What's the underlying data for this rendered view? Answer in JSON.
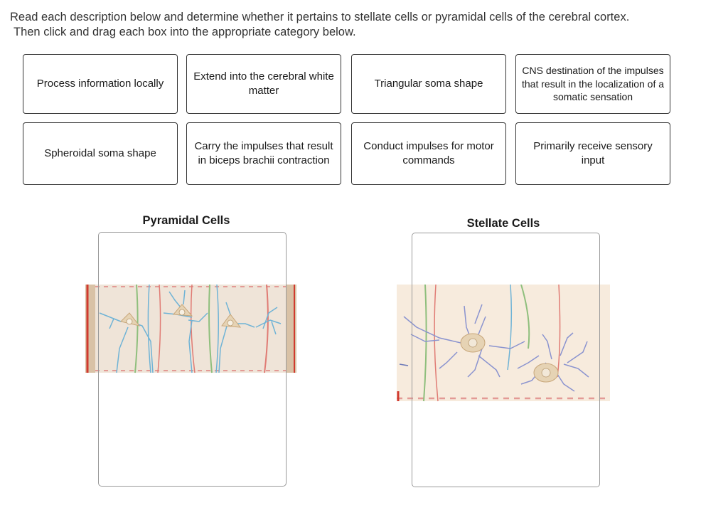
{
  "instructions": {
    "line1": "Read each description below and determine whether it pertains to stellate cells or pyramidal cells of the cerebral cortex.",
    "line2": "Then click and drag each box into the appropriate category below."
  },
  "cards": [
    {
      "text": "Process information locally"
    },
    {
      "text": "Extend into the cerebral white matter"
    },
    {
      "text": "Triangular soma shape"
    },
    {
      "text": "CNS destination of the impulses that result in the localization of a somatic sensation"
    },
    {
      "text": "Spheroidal soma shape"
    },
    {
      "text": "Carry the impulses that result in biceps brachii contraction"
    },
    {
      "text": "Conduct impulses for motor commands"
    },
    {
      "text": "Primarily receive sensory input"
    }
  ],
  "categories": {
    "pyramidal": {
      "title": "Pyramidal Cells"
    },
    "stellate": {
      "title": "Stellate Cells"
    }
  },
  "colors": {
    "border": "#333333",
    "dropzone_border": "#9a9a9a",
    "tissue_pyramidal": "#efe4d8",
    "tissue_stellate": "#f7ebdd",
    "dendrite_blue": "#6fb3d6",
    "dendrite_purple": "#8a93cf",
    "fiber_red": "#e07b74",
    "fiber_green": "#8fbf7d",
    "soma": "#e6d3b4"
  },
  "icons": [
    "pyramidal-neuron-illustration",
    "stellate-neuron-illustration"
  ]
}
